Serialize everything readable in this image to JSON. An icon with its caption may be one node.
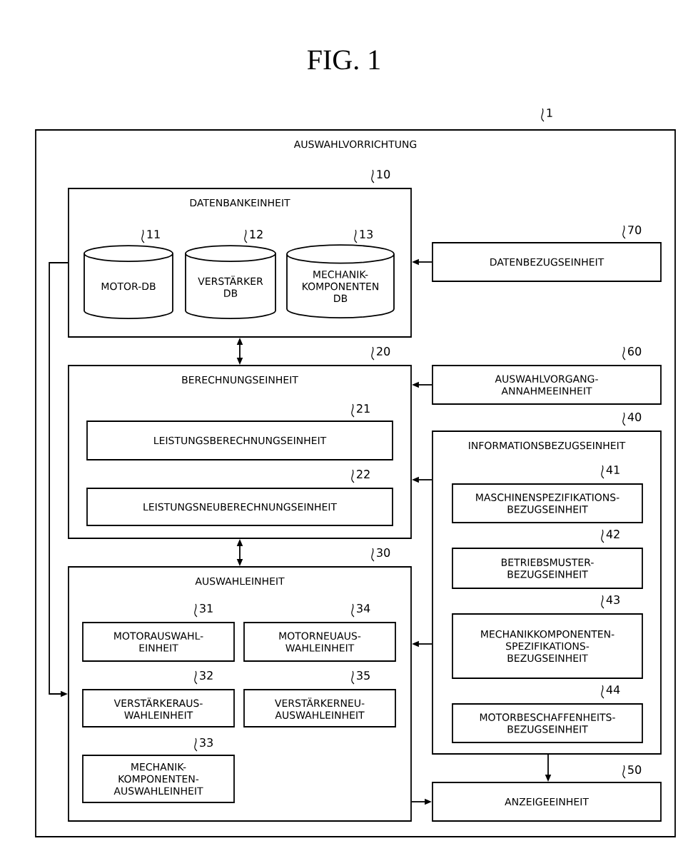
{
  "diagram": {
    "title": "FIG. 1",
    "nodes": [
      {
        "text": [
          "AUSWAHLVORRICHTUNG"
        ],
        "beside": [
          "1"
        ]
      },
      {
        "text": [
          "DATENBANKEINHEIT"
        ],
        "beside": [
          "10"
        ],
        "in": 0
      },
      {
        "text": [
          "MOTOR-DB"
        ],
        "beside": [
          "11"
        ],
        "in": 1
      },
      {
        "text": [
          "VERSTÄRKER DB"
        ],
        "beside": [
          "12"
        ],
        "in": 1
      },
      {
        "text": [
          "MECHANIK- KOMPONENTEN DB"
        ],
        "beside": [
          "13"
        ],
        "in": 1
      },
      {
        "text": [
          "DATENBEZUGSEINHEIT"
        ],
        "beside": [
          "70"
        ],
        "in": 0
      },
      {
        "text": [
          "BERECHNUNGSEINHEIT"
        ],
        "beside": [
          "20"
        ],
        "in": 0
      },
      {
        "text": [
          "LEISTUNGSBERECHNUNGSEINHEIT"
        ],
        "beside": [
          "21"
        ],
        "in": 6
      },
      {
        "text": [
          "LEISTUNGSNEUBERECHNUNGSEINHEIT"
        ],
        "beside": [
          "22"
        ],
        "in": 6
      },
      {
        "text": [
          "AUSWAHLVORGANG- ANNAHMEEINHEIT"
        ],
        "beside": [
          "60"
        ],
        "in": 0
      },
      {
        "text": [
          "INFORMATIONSBEZUGSEINHEIT"
        ],
        "beside": [
          "40"
        ],
        "in": 0
      },
      {
        "text": [
          "MASCHINENSPEZIFIKATIONS- BEZUGSEINHEIT"
        ],
        "beside": [
          "41"
        ],
        "in": 10
      },
      {
        "text": [
          "BETRIEBSMUSTER- BEZUGSEINHEIT"
        ],
        "beside": [
          "42"
        ],
        "in": 10
      },
      {
        "text": [
          "MECHANIKKOMPONENTEN- SPEZIFIKATIONS- BEZUGSEINHEIT"
        ],
        "beside": [
          "43"
        ],
        "in": 10
      },
      {
        "text": [
          "MOTORBESCHAFFENHEITS- BEZUGSEINHEIT"
        ],
        "beside": [
          "44"
        ],
        "in": 10
      },
      {
        "text": [
          "AUSWAHLEINHEIT"
        ],
        "beside": [
          "30"
        ],
        "in": 0
      },
      {
        "text": [
          "MOTORAUSWAHL- EINHEIT"
        ],
        "beside": [
          "31"
        ],
        "in": 15
      },
      {
        "text": [
          "MOTORNEUAUS- WAHLEINHEIT"
        ],
        "beside": [
          "34"
        ],
        "in": 15
      },
      {
        "text": [
          "VERSTÄRKERAUS- WAHLEINHEIT"
        ],
        "beside": [
          "32"
        ],
        "in": 15
      },
      {
        "text": [
          "VERSTÄRKERNEU- AUSWAHLEINHEIT"
        ],
        "beside": [
          "35"
        ],
        "in": 15
      },
      {
        "text": [
          "MECHANIK- KOMPONENTEN- AUSWAHLEINHEIT"
        ],
        "beside": [
          "33"
        ],
        "in": 15
      },
      {
        "text": [
          "ANZEIGEEINHEIT"
        ],
        "beside": [
          "50"
        ],
        "in": 0
      }
    ],
    "edges": [
      {
        "from": 5,
        "to": 1,
        "arrow": "to"
      },
      {
        "from": 1,
        "to": 6,
        "arrow": "both"
      },
      {
        "from": 9,
        "to": 6,
        "arrow": "to"
      },
      {
        "from": 10,
        "to": 6,
        "arrow": "to"
      },
      {
        "from": 6,
        "to": 15,
        "arrow": "both"
      },
      {
        "from": 10,
        "to": 15,
        "arrow": "to"
      },
      {
        "from": 1,
        "to": 15,
        "arrow": "to"
      },
      {
        "from": 10,
        "to": 21,
        "arrow": "to"
      },
      {
        "from": 15,
        "to": 21,
        "arrow": "to"
      }
    ]
  }
}
